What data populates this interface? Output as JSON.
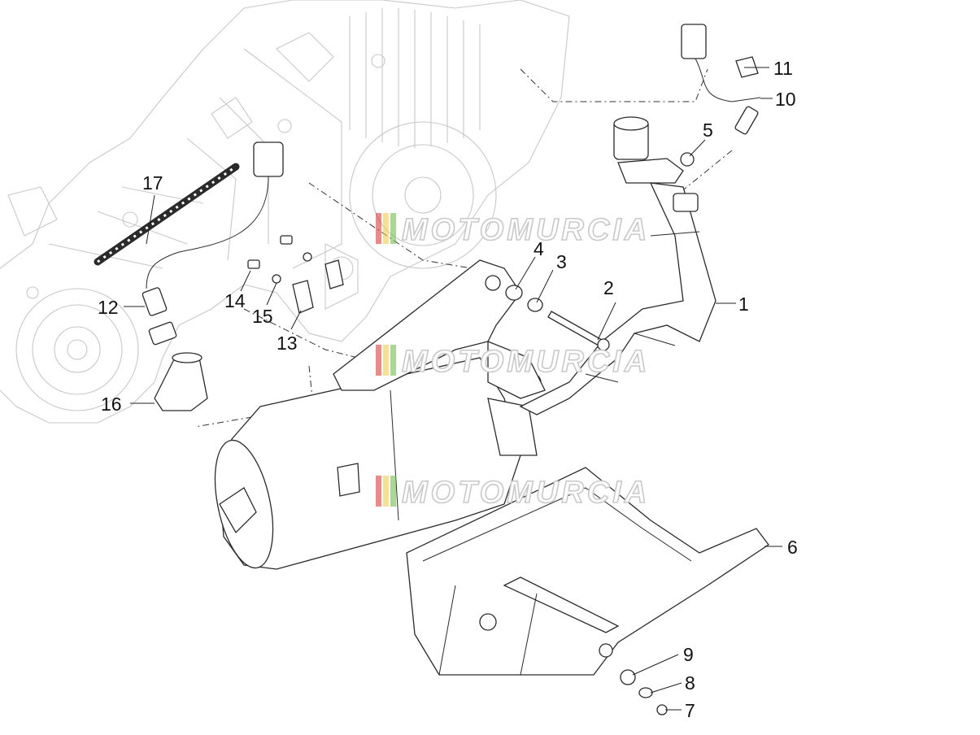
{
  "watermark": {
    "text": "MOTOMURCIA",
    "stripe_colors": [
      "#e23b3b",
      "#f2c94c",
      "#6cc04a"
    ]
  },
  "callouts": {
    "c1": "1",
    "c2": "2",
    "c3": "3",
    "c4": "4",
    "c5": "5",
    "c6": "6",
    "c7": "7",
    "c8": "8",
    "c9": "9",
    "c10": "10",
    "c11": "11",
    "c12": "12",
    "c13": "13",
    "c14": "14",
    "c15": "15",
    "c16": "16",
    "c17": "17"
  }
}
